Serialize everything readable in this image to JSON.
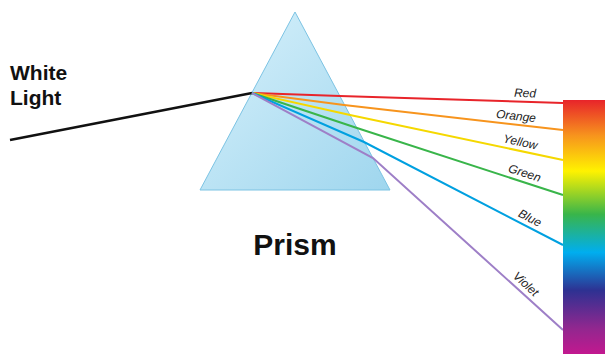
{
  "diagram": {
    "labels": [
      "White Light",
      "Prism",
      "Red",
      "Orange",
      "Yellow",
      "Green",
      "Blue",
      "Violet"
    ]
  }
}
